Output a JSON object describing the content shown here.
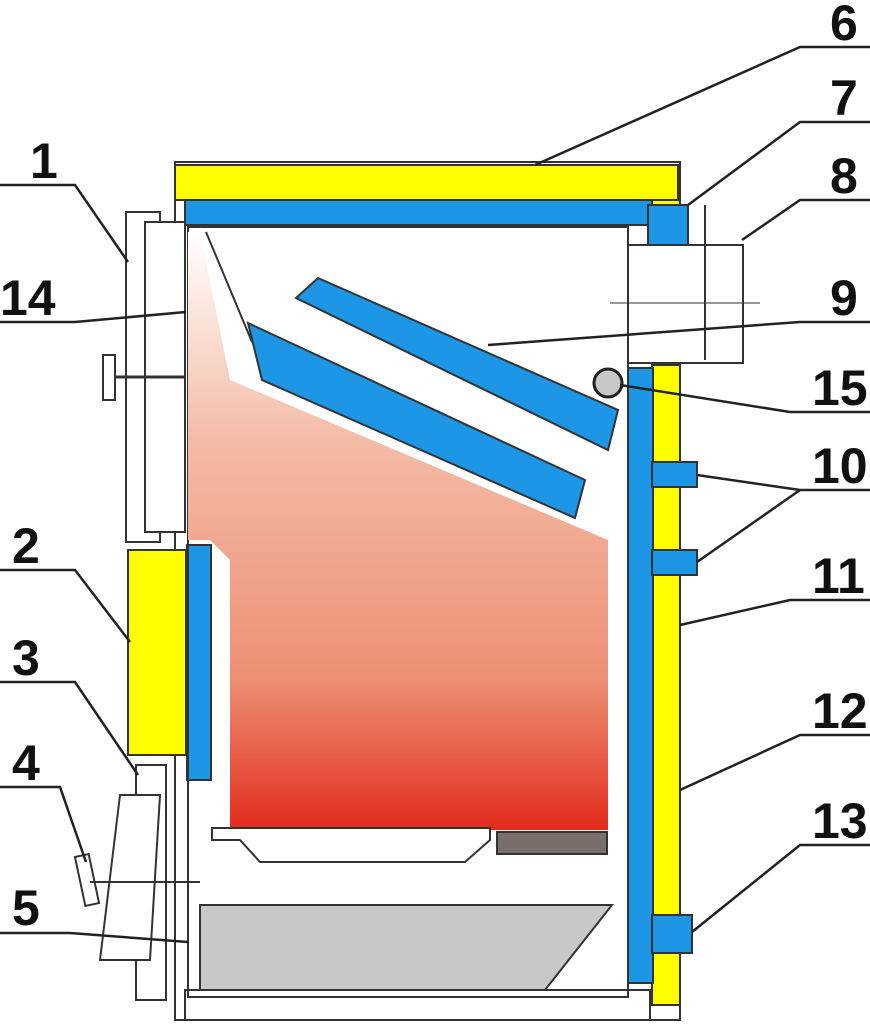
{
  "callouts": [
    {
      "id": "1",
      "label": "1"
    },
    {
      "id": "2",
      "label": "2"
    },
    {
      "id": "3",
      "label": "3"
    },
    {
      "id": "4",
      "label": "4"
    },
    {
      "id": "5",
      "label": "5"
    },
    {
      "id": "6",
      "label": "6"
    },
    {
      "id": "7",
      "label": "7"
    },
    {
      "id": "8",
      "label": "8"
    },
    {
      "id": "9",
      "label": "9"
    },
    {
      "id": "10",
      "label": "10"
    },
    {
      "id": "11",
      "label": "11"
    },
    {
      "id": "12",
      "label": "12"
    },
    {
      "id": "13",
      "label": "13"
    },
    {
      "id": "14",
      "label": "14"
    },
    {
      "id": "15",
      "label": "15"
    }
  ],
  "colors": {
    "insulation": "#ffff00",
    "water_jacket": "#1e96e6",
    "flame_top": "#ffffff",
    "flame_bottom": "#e32b1e",
    "ash_pan": "#c8c8c8",
    "grate": "#7a6e6a",
    "outline": "#333333",
    "flue_pipe": "#ffffff"
  }
}
